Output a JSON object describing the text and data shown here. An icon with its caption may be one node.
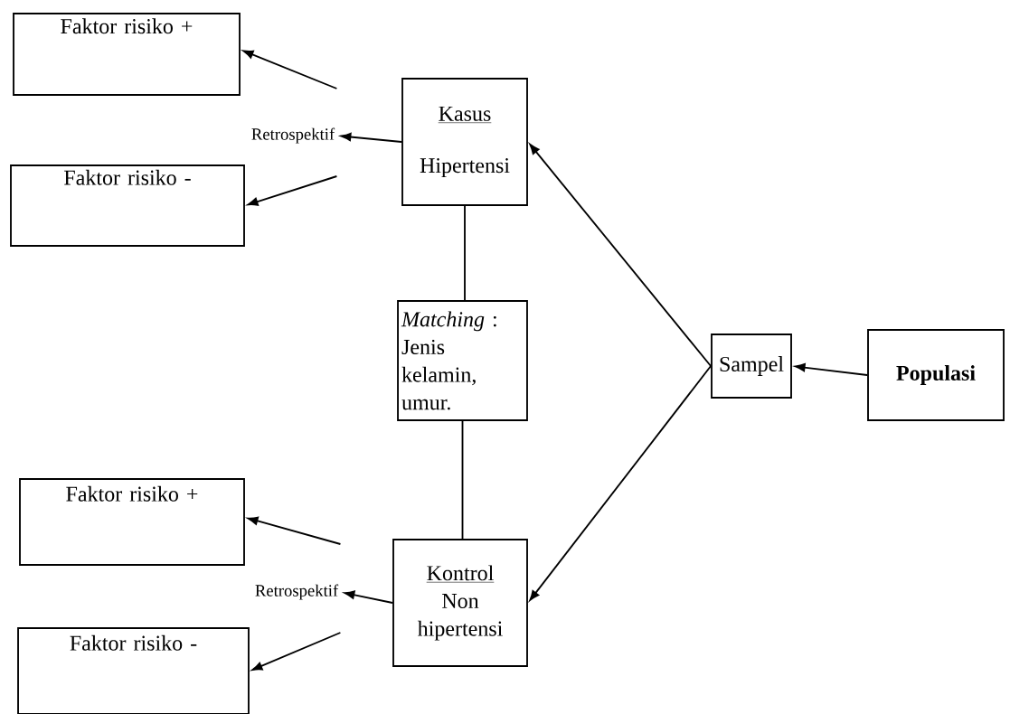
{
  "diagram": {
    "nodes": [
      {
        "text": [
          "Faktor risiko +"
        ]
      },
      {
        "text": [
          "Faktor risiko -"
        ]
      },
      {
        "text": [
          "Retrospektif"
        ]
      },
      {
        "text": [
          "Kasus",
          "Hipertensi"
        ]
      },
      {
        "text": [
          "*Matching* :",
          "Jenis kelamin, umur."
        ]
      },
      {
        "text": [
          "Sampel"
        ]
      },
      {
        "text": [
          "Populasi"
        ]
      },
      {
        "text": [
          "Faktor risiko +"
        ]
      },
      {
        "text": [
          "Faktor risiko -"
        ]
      },
      {
        "text": [
          "Retrospektif"
        ]
      },
      {
        "text": [
          "Kontrol",
          "Non hipertensi"
        ]
      }
    ],
    "edges": [
      {
        "from": 3,
        "to": 2,
        "arrow": "to"
      },
      {
        "from": 2,
        "to": 0,
        "arrow": "to"
      },
      {
        "from": 2,
        "to": 1,
        "arrow": "to"
      },
      {
        "from": 3,
        "to": 4,
        "arrow": "none"
      },
      {
        "from": 4,
        "to": 10,
        "arrow": "none"
      },
      {
        "from": 10,
        "to": 9,
        "arrow": "to"
      },
      {
        "from": 9,
        "to": 7,
        "arrow": "to"
      },
      {
        "from": 9,
        "to": 8,
        "arrow": "to"
      },
      {
        "from": 5,
        "to": 3,
        "arrow": "to"
      },
      {
        "from": 5,
        "to": 10,
        "arrow": "to"
      },
      {
        "from": 6,
        "to": 5,
        "arrow": "to"
      }
    ]
  }
}
